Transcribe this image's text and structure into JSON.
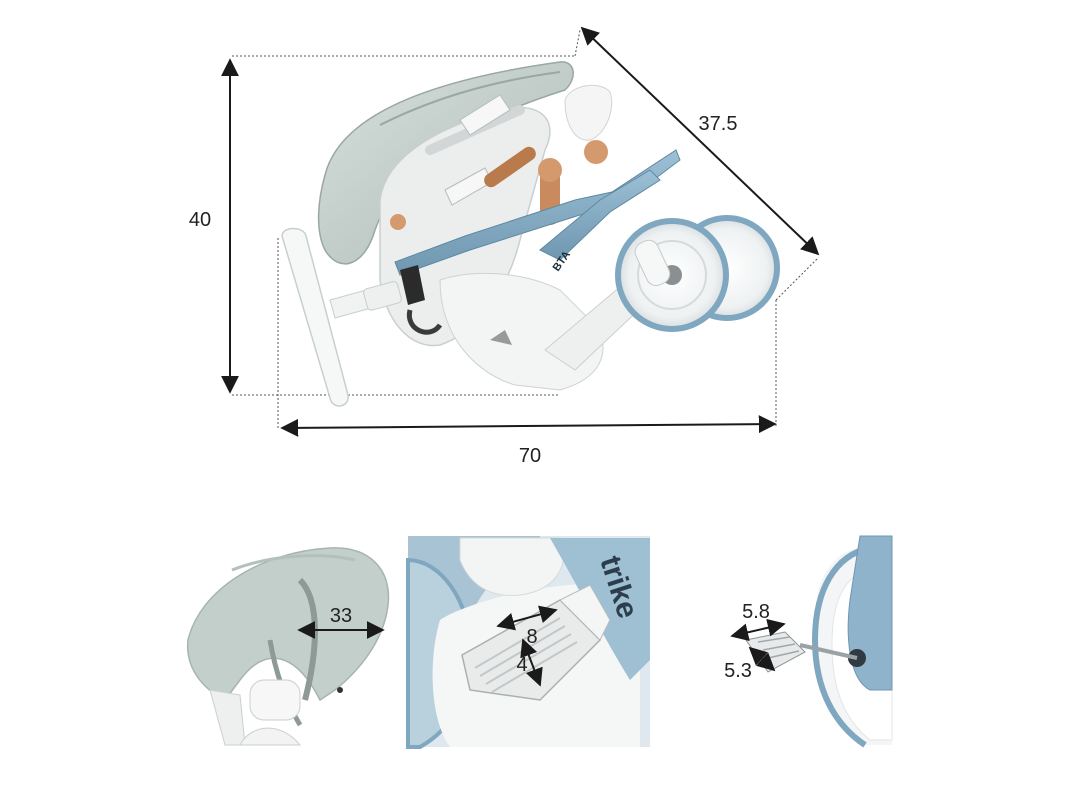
{
  "main_view": {
    "height_label": "40",
    "depth_label": "37.5",
    "width_label": "70",
    "brand_text": "BTA"
  },
  "canopy_view": {
    "width_label": "33"
  },
  "footrest_view": {
    "length_label": "8",
    "width_label": "4",
    "brand_text": "trike"
  },
  "pedal_view": {
    "length_label": "5.8",
    "width_label": "5.3"
  },
  "colors": {
    "frame_blue": "#7fa7c0",
    "canopy_green": "#c7d3cf",
    "wood_accent": "#c98a5e",
    "plastic_white": "#f2f3f3",
    "dimension_line": "#1a1a1a"
  }
}
